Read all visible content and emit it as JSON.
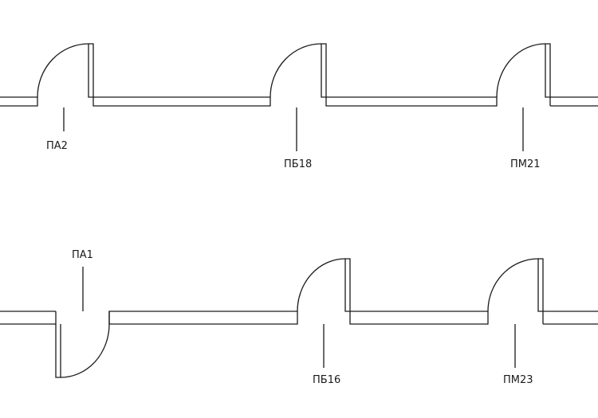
{
  "plan": {
    "background": "#ffffff",
    "line_color": "#1a1a1a",
    "doors": [
      {
        "id": "door-pa2",
        "tag": "ПА2"
      },
      {
        "id": "door-pb18",
        "tag": "ПБ18"
      },
      {
        "id": "door-pm21",
        "tag": "ПМ21"
      },
      {
        "id": "door-pa1",
        "tag": "ПА1"
      },
      {
        "id": "door-pb16",
        "tag": "ПБ16"
      },
      {
        "id": "door-pm23",
        "tag": "ПМ23"
      }
    ]
  }
}
